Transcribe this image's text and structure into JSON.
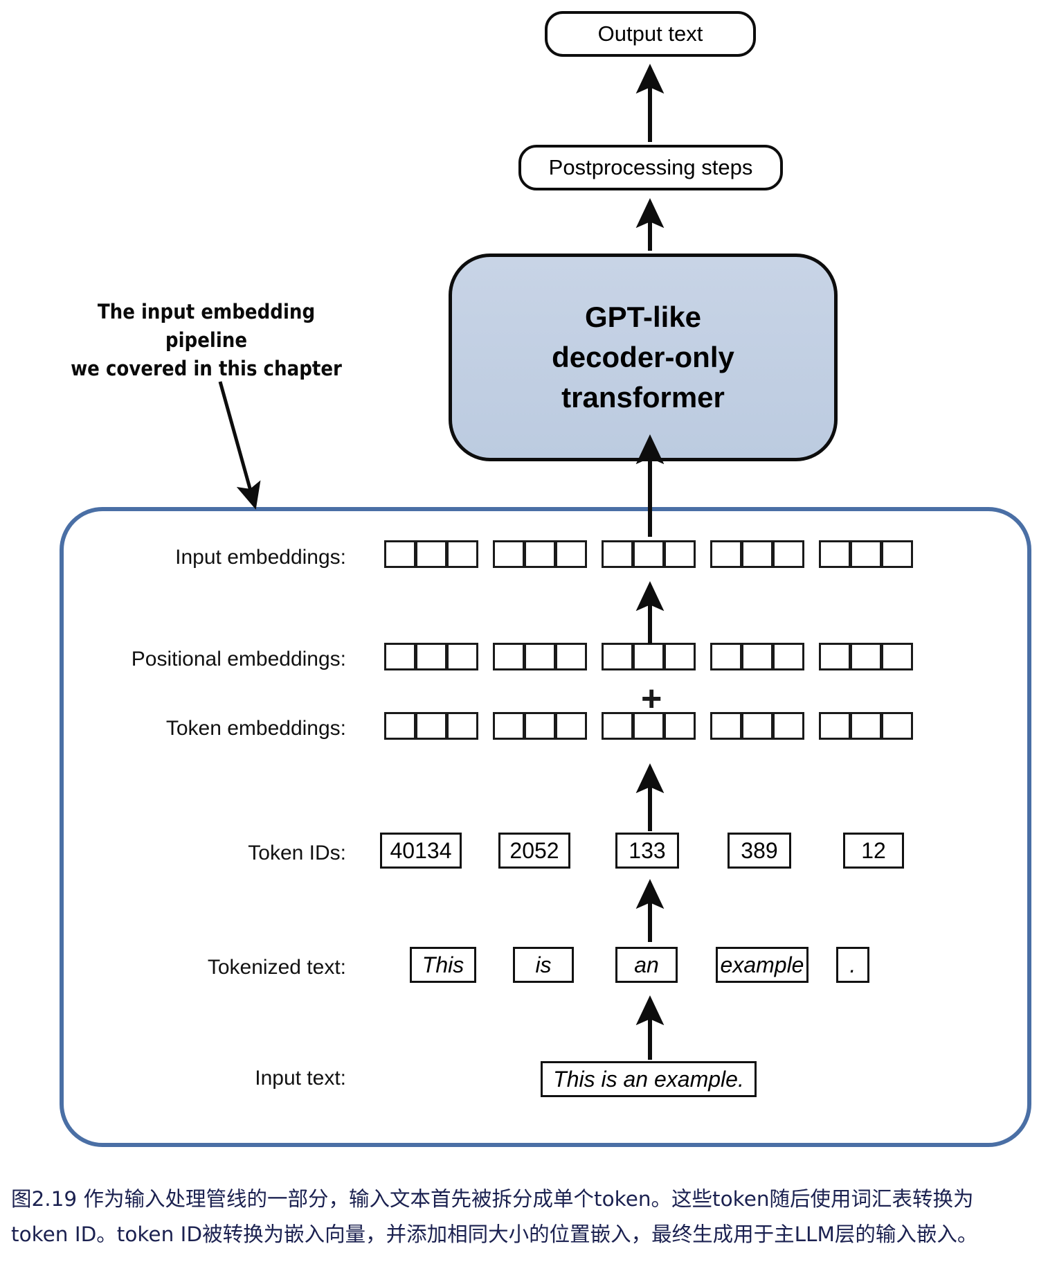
{
  "figure": {
    "top_boxes": {
      "output_text": "Output text",
      "postprocessing": "Postprocessing steps",
      "model": "GPT-like\ndecoder-only\ntransformer",
      "model_line1": "GPT-like",
      "model_line2": "decoder-only",
      "model_line3": "transformer"
    },
    "annotation": {
      "line1": "The input embedding pipeline",
      "line2": "we covered in this chapter"
    },
    "rows": [
      {
        "id": "input-embeddings",
        "label": "Input embeddings:",
        "kind": "cells",
        "groups": 5,
        "cells_per_group": 3
      },
      {
        "id": "positional-embeddings",
        "label": "Positional embeddings:",
        "kind": "cells",
        "groups": 5,
        "cells_per_group": 3
      },
      {
        "id": "token-embeddings",
        "label": "Token embeddings:",
        "kind": "cells",
        "groups": 5,
        "cells_per_group": 3
      },
      {
        "id": "token-ids",
        "label": "Token IDs:",
        "kind": "values",
        "values": [
          "40134",
          "2052",
          "133",
          "389",
          "12"
        ]
      },
      {
        "id": "tokenized-text",
        "label": "Tokenized text:",
        "kind": "values",
        "values": [
          "This",
          "is",
          "an",
          "example",
          "."
        ]
      },
      {
        "id": "input-text",
        "label": "Input text:",
        "kind": "single",
        "values": [
          "This is an example."
        ]
      }
    ],
    "operator": "+",
    "colors": {
      "model_fill": "#c3d0e3",
      "container_border": "#4a6fa5",
      "box_border": "#111111",
      "caption_text": "#1b2150"
    }
  },
  "caption": {
    "line1": "图2.19 作为输入处理管线的一部分，输入文本首先被拆分成单个token。这些token随后使用词汇表转换为",
    "line2": "token ID。token ID被转换为嵌入向量，并添加相同大小的位置嵌入，最终生成用于主LLM层的输入嵌入。"
  }
}
